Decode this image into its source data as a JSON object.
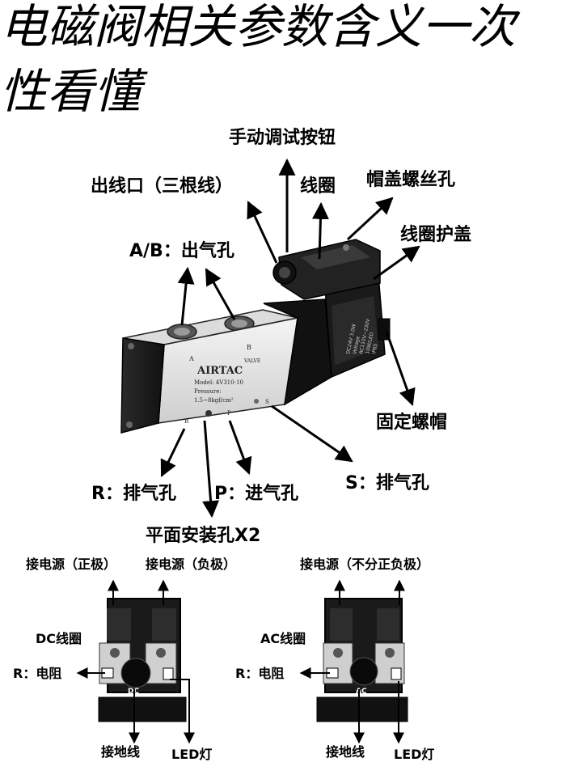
{
  "title": {
    "line1": "电磁阀相关参数含义一次",
    "line2": "性看懂"
  },
  "valve": {
    "labels": {
      "manual_button": "手动调试按钮",
      "outlet_three_wire": "出线口（三根线）",
      "coil": "线圈",
      "cap_screw_hole": "帽盖螺丝孔",
      "coil_cover": "线圈护盖",
      "ab_outlet": "A/B：出气孔",
      "fixing_nut": "固定螺帽",
      "r_exhaust": "R：排气孔",
      "p_inlet": "P：进气孔",
      "s_exhaust": "S：排气孔",
      "mount_holes": "平面安装孔X2"
    },
    "body_print": {
      "port_a": "A",
      "port_b": "B",
      "brand": "AIRTAC",
      "valve_word": "VALVE",
      "model": "Model: 4V310-10",
      "pressure": "Pressure:",
      "pressure_range": "1.5~8kgf/cm²",
      "port_r": "R",
      "port_p": "P",
      "port_s": "S"
    },
    "coil_print": [
      "DC24V 3.0W",
      "Voltage",
      "AC110V~230V",
      "10W/LED",
      "IP65"
    ]
  },
  "dc_coil": {
    "label": "DC线圈",
    "power_pos": "接电源（正极）",
    "power_neg": "接电源（负极）",
    "resistor": "R：电阻",
    "ground": "接地线",
    "led": "LED灯",
    "center_mark": "DC"
  },
  "ac_coil": {
    "label": "AC线圈",
    "power": "接电源（不分正负极）",
    "resistor": "R：电阻",
    "ground": "接地线",
    "led": "LED灯",
    "center_mark": "AC"
  }
}
